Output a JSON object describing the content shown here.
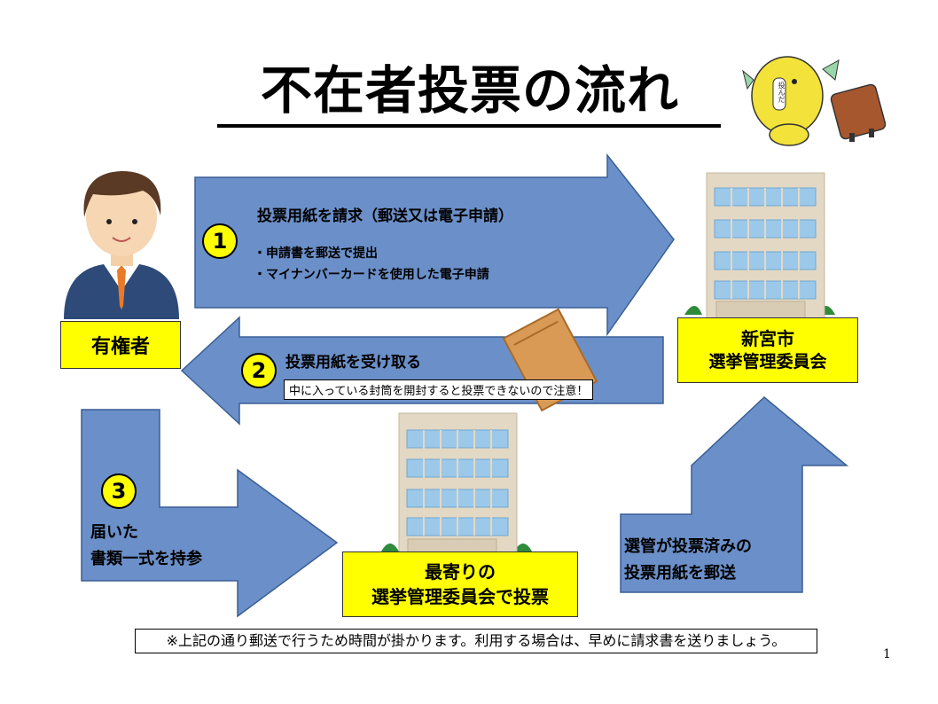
{
  "title": "不在者投票の流れ",
  "voter_label": "有権者",
  "committee": {
    "line1": "新宮市",
    "line2": "選挙管理委員会"
  },
  "nearest": {
    "line1": "最寄りの",
    "line2": "選挙管理委員会で投票"
  },
  "step1": {
    "number": "1",
    "heading": "投票用紙を請求（郵送又は電子申請）",
    "bullets": [
      "・申請書を郵送で提出",
      "・マイナンバーカードを使用した電子申請"
    ]
  },
  "step2": {
    "number": "2",
    "heading": "投票用紙を受け取る",
    "note": "中に入っている封筒を開封すると投票できないので注意！"
  },
  "step3": {
    "number": "3",
    "line1": "届いた",
    "line2": "書類一式を持参"
  },
  "step4": {
    "line1": "選管が投票済みの",
    "line2": "投票用紙を郵送"
  },
  "mascot_badge": "投んだ",
  "footer_note": "※上記の通り郵送で行うため時間が掛かります。利用する場合は、早めに請求書を送りましょう。",
  "page_number": "1",
  "colors": {
    "arrow": "#6b8fc8",
    "yellow_box": "#ffff00",
    "building": "#e3d8c4",
    "window": "#9cc9ea"
  }
}
